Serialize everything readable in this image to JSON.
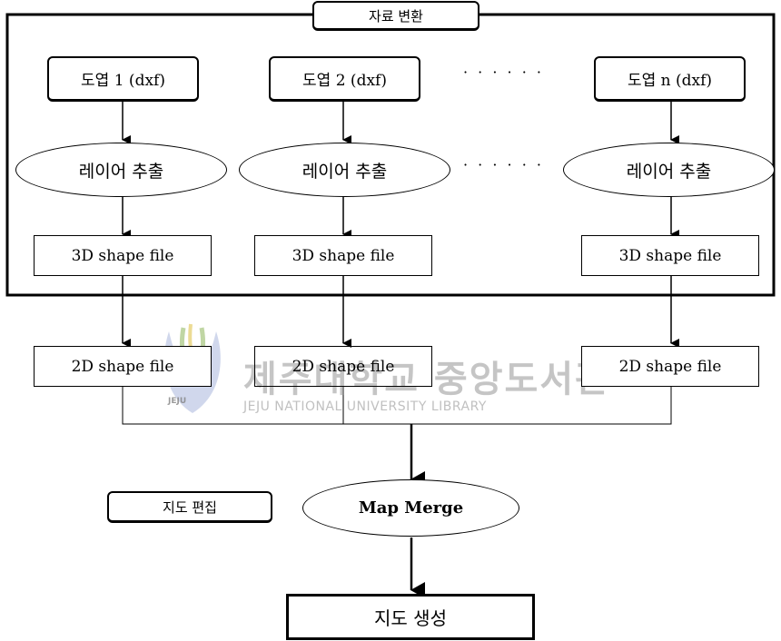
{
  "frame": {
    "label": "자료 변환"
  },
  "columns": [
    {
      "map": "도엽 1 (dxf)",
      "layer": "레이어 추출",
      "shape3d": "3D shape file",
      "shape2d": "2D shape file"
    },
    {
      "map": "도엽 2 (dxf)",
      "layer": "레이어 추출",
      "shape3d": "3D shape file",
      "shape2d": "2D shape file"
    },
    {
      "map": "도엽 n (dxf)",
      "layer": "레이어 추출",
      "shape3d": "3D shape file",
      "shape2d": "2D shape file"
    }
  ],
  "ellipsis_top": "· · · · · ·",
  "ellipsis_mid": "· · · · · ·",
  "edit_label": "지도 편집",
  "merge": "Map Merge",
  "output": "지도 생성",
  "watermark": {
    "title_kr": "제주대학교 중앙도서관",
    "title_en": "JEJU NATIONAL UNIVERSITY LIBRARY",
    "logo_text": "JEJU"
  }
}
